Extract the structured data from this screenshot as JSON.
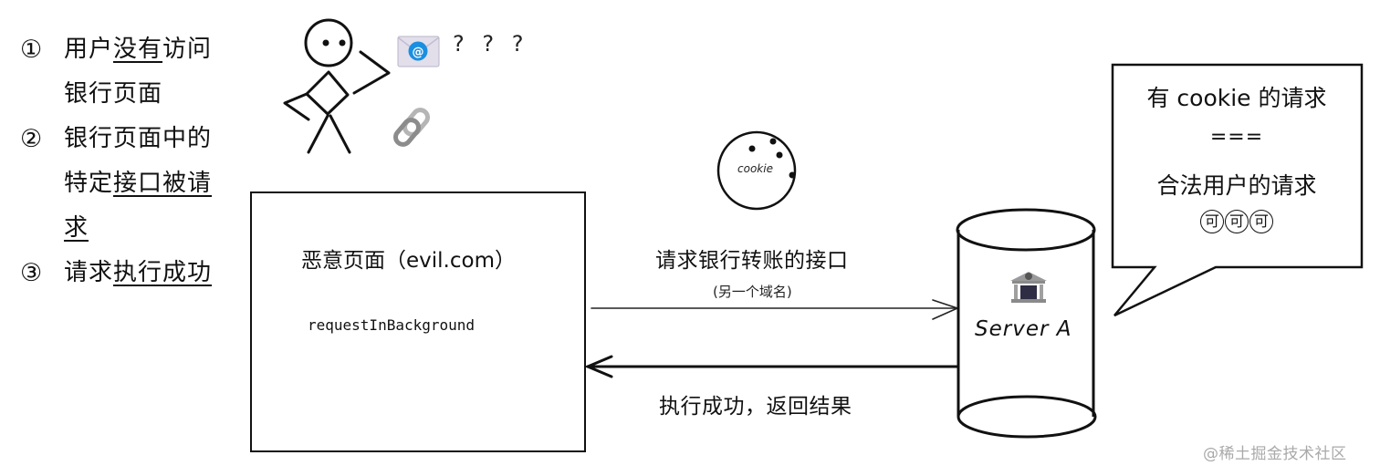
{
  "steps": [
    {
      "num": "①",
      "lines": [
        [
          "用户",
          "没有",
          "访问"
        ],
        [
          "银行页面"
        ]
      ],
      "underlined": "没有"
    },
    {
      "num": "②",
      "lines": [
        [
          "银行页面中的"
        ],
        [
          "特定",
          "接口被请"
        ],
        [
          "求"
        ]
      ],
      "underlined": "接口被请求"
    },
    {
      "num": "③",
      "lines": [
        [
          "请求",
          "执行成功"
        ]
      ],
      "underlined": "执行成功"
    }
  ],
  "step1": {
    "num": "①",
    "a": "用户",
    "u": "没有",
    "b": "访问",
    "line2": "银行页面"
  },
  "step2": {
    "num": "②",
    "line1": "银行页面中的",
    "a": "特定",
    "u": "接口被请",
    "line3": "求"
  },
  "step3": {
    "num": "③",
    "a": "请求",
    "u": "执行成功"
  },
  "user_figure": {
    "icons": [
      "stick-figure",
      "email-icon",
      "link-icon"
    ],
    "question_marks": "? ? ?"
  },
  "cookie": {
    "label": "cookie"
  },
  "evil_page": {
    "title": "恶意页面（evil.com）",
    "code": "requestInBackground"
  },
  "request_arrow": {
    "label": "请求银行转账的接口",
    "sublabel": "(另一个域名)"
  },
  "response_arrow": {
    "label": "执行成功，返回结果"
  },
  "server": {
    "label": "Server A",
    "icon": "bank-icon"
  },
  "speech_bubble": {
    "line1": "有 cookie 的请求",
    "line2": "===",
    "line3": "合法用户的请求",
    "badges": [
      "可",
      "可",
      "可"
    ]
  },
  "watermark": "@稀土掘金技术社区",
  "colors": {
    "stroke": "#111111",
    "email_blue": "#1a8fe0",
    "envelope": "#d8d4e4",
    "link_gray": "#9a9a9a",
    "bank_gray": "#8a8a8a",
    "watermark": "#a9a9a9"
  }
}
